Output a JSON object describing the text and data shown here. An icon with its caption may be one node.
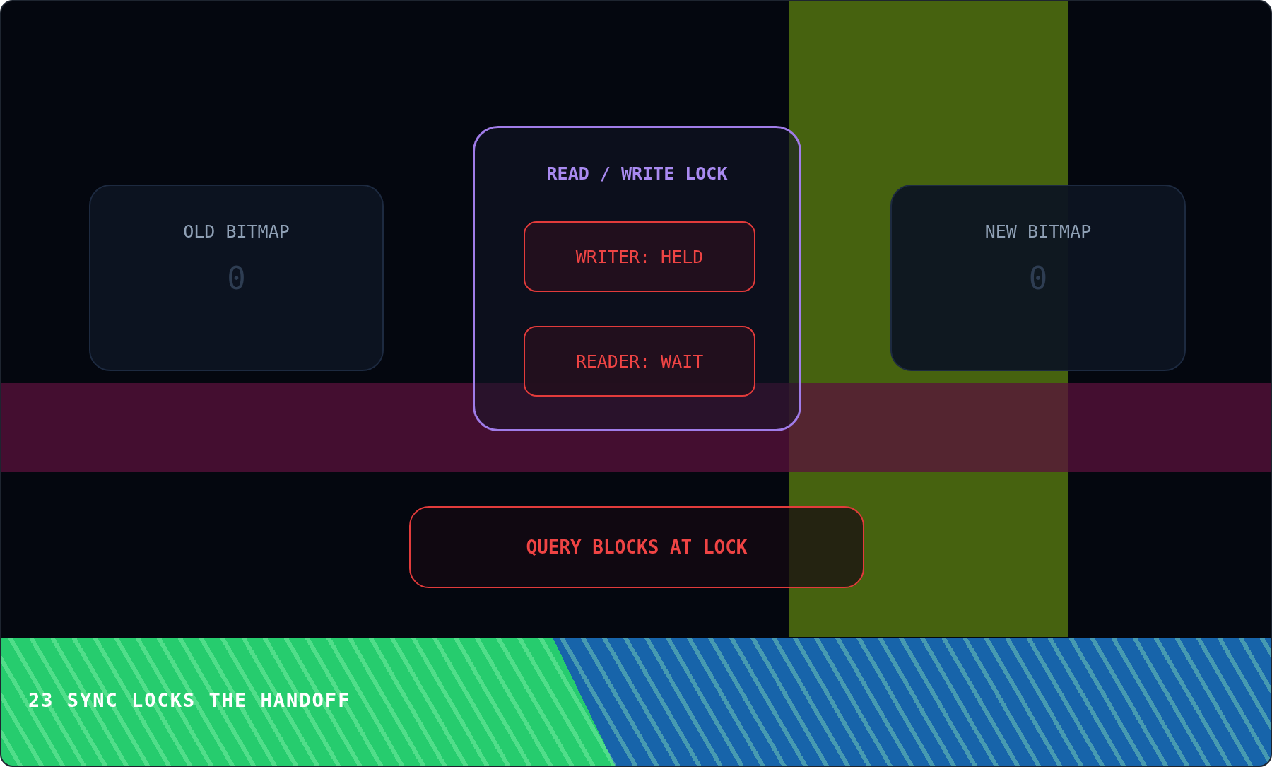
{
  "diagram": {
    "caption": "23 SYNC LOCKS THE HANDOFF",
    "nodes": [
      {
        "text": [
          "OLD BITMAP",
          "0"
        ]
      },
      {
        "text": [
          "READ / WRITE LOCK"
        ]
      },
      {
        "text": [
          "WRITER: HELD"
        ],
        "in": 1
      },
      {
        "text": [
          "READER: WAIT"
        ],
        "in": 1
      },
      {
        "text": [
          "NEW BITMAP",
          "0"
        ]
      },
      {
        "text": [
          "QUERY BLOCKS AT LOCK"
        ]
      }
    ],
    "edges": []
  }
}
